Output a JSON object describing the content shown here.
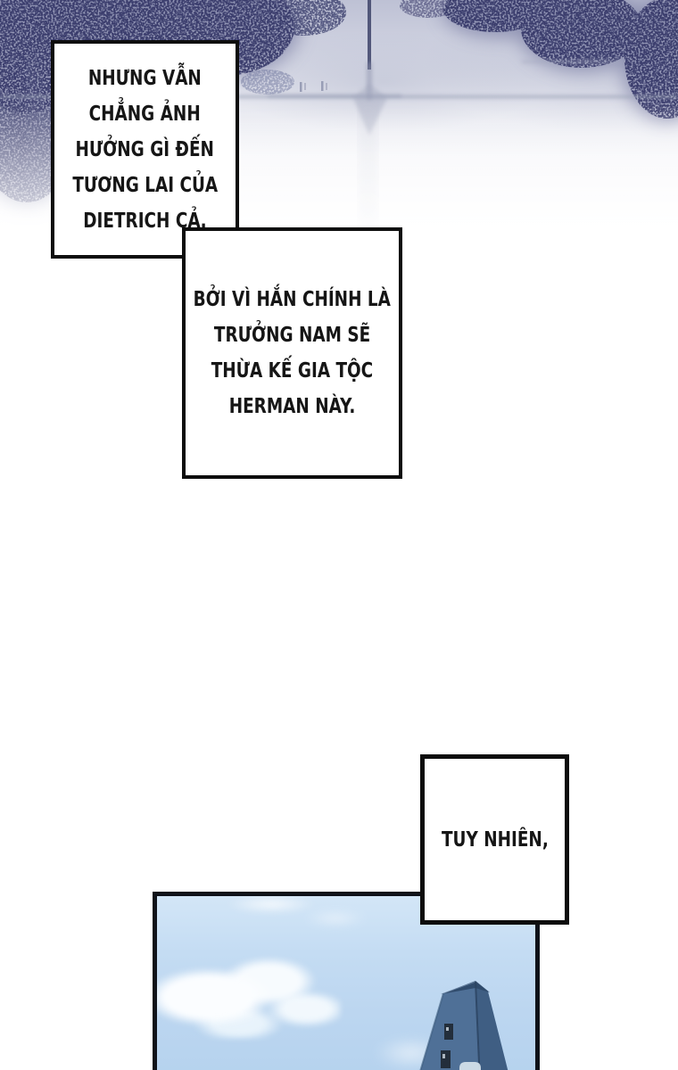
{
  "captions": {
    "box1": {
      "lines": [
        "NHƯNG VẪN",
        "CHẲNG ẢNH",
        "HƯỞNG GÌ ĐẾN",
        "TƯƠNG LAI CỦA",
        "DIETRICH CẢ."
      ]
    },
    "box2": {
      "lines": [
        "BỞI VÌ HẮN CHÍNH LÀ",
        "TRƯỞNG NAM SẼ",
        "THỪA KẾ GIA TỘC",
        "HERMAN NÀY."
      ]
    },
    "box3": {
      "lines": [
        "TUY NHIÊN,"
      ]
    }
  },
  "colors": {
    "page_bg": "#ffffff",
    "caption_bg": "#ffffff",
    "caption_border": "#0d0d0d",
    "text": "#161616",
    "panel_border": "#0f1219",
    "watercolor_navy": "#3b3e6d",
    "wash_lavender": "#b7bbd0",
    "horizon_line": "#9aa0b8",
    "sky_top": "#d3e6f7",
    "sky_bottom": "#b5d2ee",
    "cloud_white": "#fbfdff",
    "tower_left_face": "#4f7097",
    "tower_right_face": "#3f5e83",
    "tower_cap": "#2e4969",
    "tower_window": "#232e3b",
    "tower_arch": "#d3dfe9"
  }
}
